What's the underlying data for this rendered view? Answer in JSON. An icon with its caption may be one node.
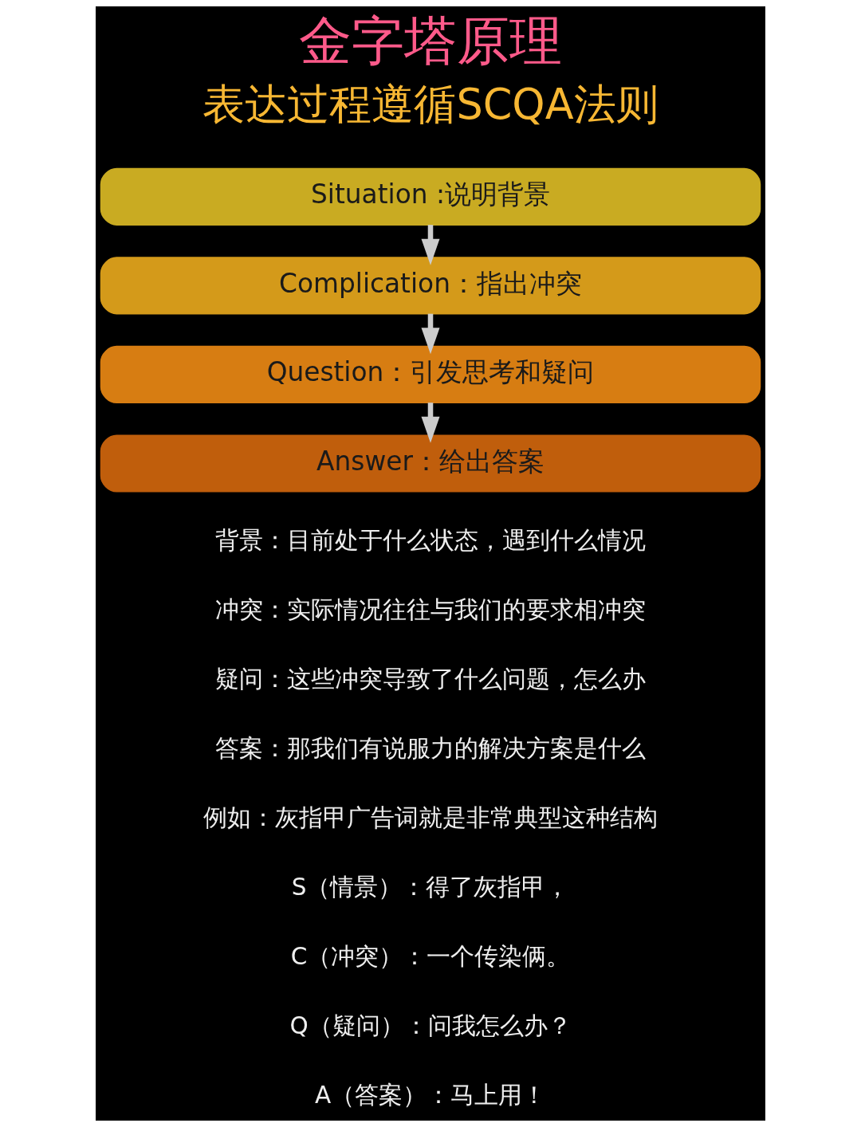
{
  "diagram": {
    "title": "金字塔原理",
    "nodes": [
      {
        "text": [
          "Situation :说明背景"
        ]
      },
      {
        "text": [
          "Complication：指出冲突"
        ]
      },
      {
        "text": [
          "Question：引发思考和疑问"
        ]
      },
      {
        "text": [
          "Answer：给出答案"
        ]
      }
    ],
    "edges": [
      {
        "from": 0,
        "to": 1,
        "arrow": "to"
      },
      {
        "from": 1,
        "to": 2,
        "arrow": "to"
      },
      {
        "from": 2,
        "to": 3,
        "arrow": "to"
      }
    ],
    "labels": [
      "表达过程遵循SCQA法则",
      "背景：目前处于什么状态，遇到什么情况",
      "冲突：实际情况往往与我们的要求相冲突",
      "疑问：这些冲突导致了什么问题，怎么办",
      "答案：那我们有说服力的解决方案是什么",
      "例如：灰指甲广告词就是非常典型这种结构",
      "S（情景）：得了灰指甲，",
      "C（冲突）：一个传染俩。",
      "Q（疑问）：问我怎么办？",
      "A（答案）：马上用！"
    ]
  }
}
